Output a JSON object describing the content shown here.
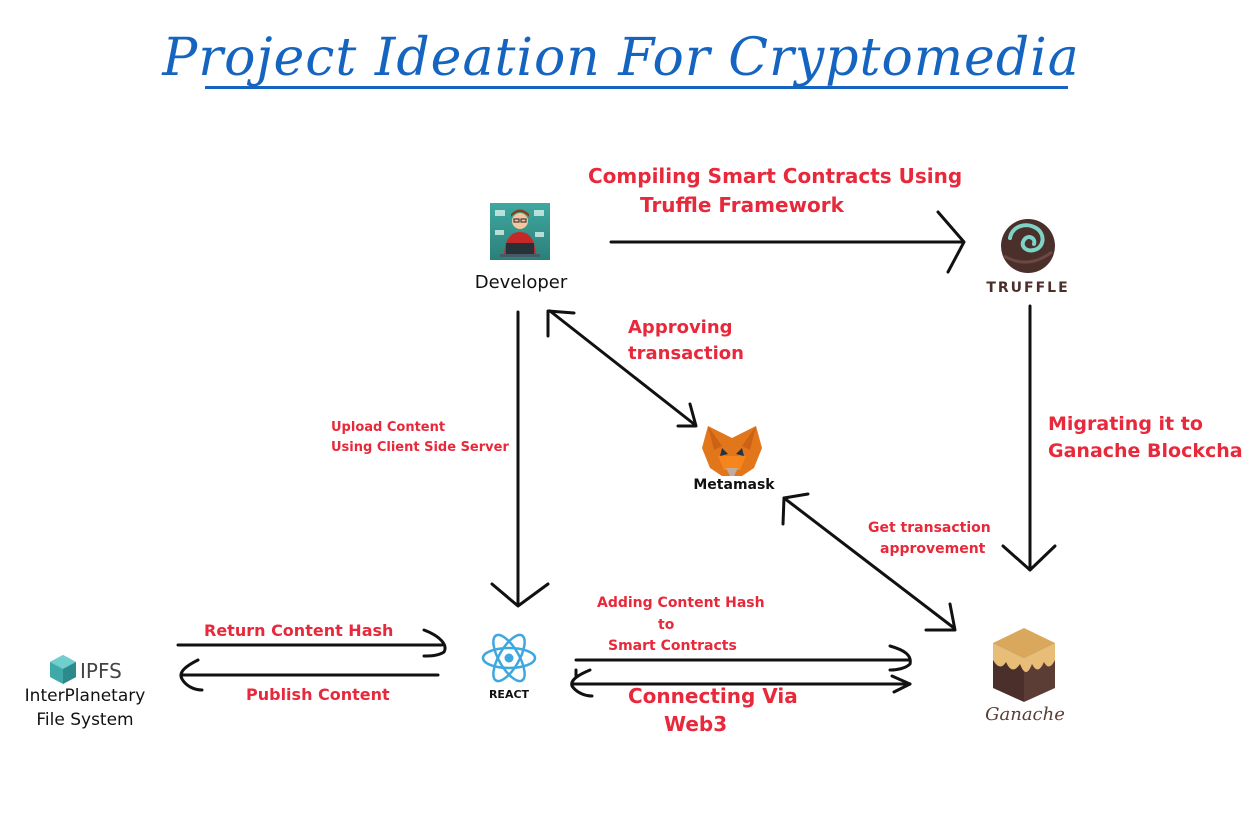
{
  "title": "Project Ideation For Cryptomedia",
  "nodes": {
    "developer": "Developer",
    "truffle": "TRUFFLE",
    "metamask": "Metamask",
    "react": "REACT",
    "ganache": "Ganache",
    "ipfs_logo": "IPFS",
    "ipfs_line1": "InterPlanetary",
    "ipfs_line2": "File System"
  },
  "edges": {
    "compile_line1": "Compiling Smart Contracts Using",
    "compile_line2": "Truffle Framework",
    "approve_line1": "Approving",
    "approve_line2": "transaction",
    "migrate_line1": "Migrating it to",
    "migrate_line2": "Ganache Blockchain",
    "upload_line1": "Upload Content",
    "upload_line2": "Using Client Side Server",
    "get_tx_line1": "Get transaction",
    "get_tx_line2": "approvement",
    "return_hash": "Return Content Hash",
    "publish": "Publish Content",
    "adding_line1": "Adding Content Hash",
    "adding_line2": "to",
    "adding_line3": "Smart Contracts",
    "connecting_line1": "Connecting Via",
    "connecting_line2": "Web3"
  },
  "colors": {
    "title": "#1565c0",
    "edge_label": "#e8293b",
    "arrow": "#111111"
  }
}
